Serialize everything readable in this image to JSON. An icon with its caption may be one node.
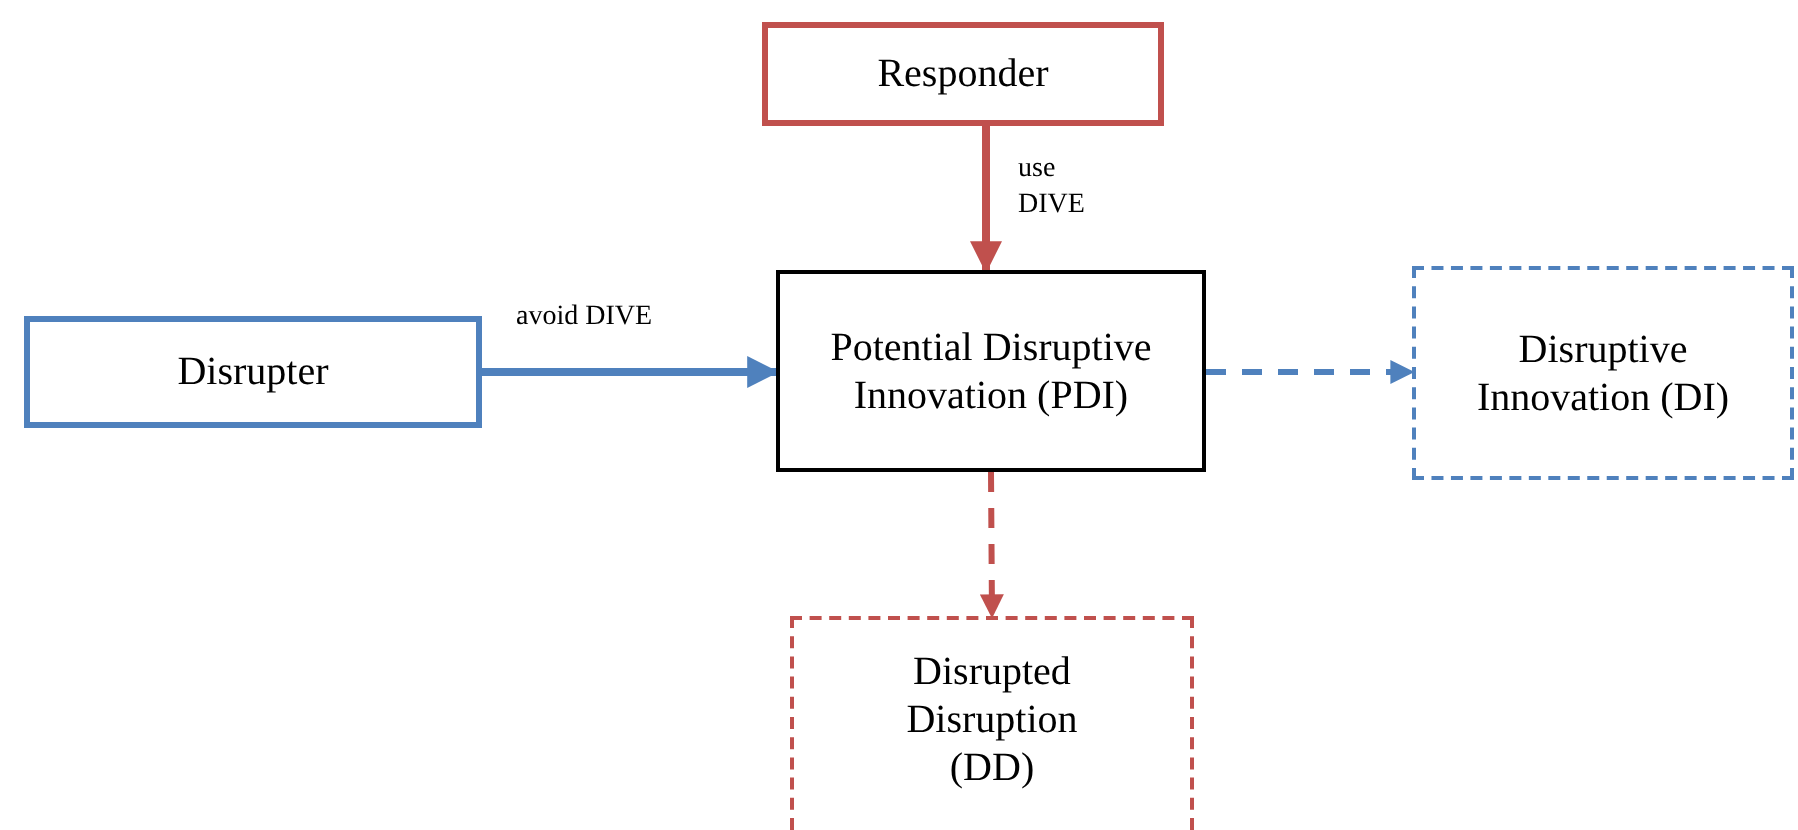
{
  "diagram": {
    "nodes": [
      {
        "text": [
          "Responder"
        ]
      },
      {
        "text": [
          "Disrupter"
        ]
      },
      {
        "text": [
          "Potential Disruptive Innovation (PDI)"
        ]
      },
      {
        "text": [
          "Disruptive Innovation (DI)"
        ]
      },
      {
        "text": [
          "Disrupted Disruption (DD)"
        ]
      }
    ],
    "edges": [
      {
        "from": 0,
        "to": 2,
        "arrow": "to",
        "label": "use DIVE",
        "color": "#c0504d"
      },
      {
        "from": 1,
        "to": 2,
        "arrow": "to",
        "label": "avoid DIVE",
        "color": "#4f81bd"
      },
      {
        "from": 2,
        "to": 3,
        "arrow": "to",
        "style": "dashed",
        "color": "#4f81bd"
      },
      {
        "from": 2,
        "to": 4,
        "arrow": "to",
        "style": "dashed",
        "color": "#c0504d"
      }
    ]
  }
}
